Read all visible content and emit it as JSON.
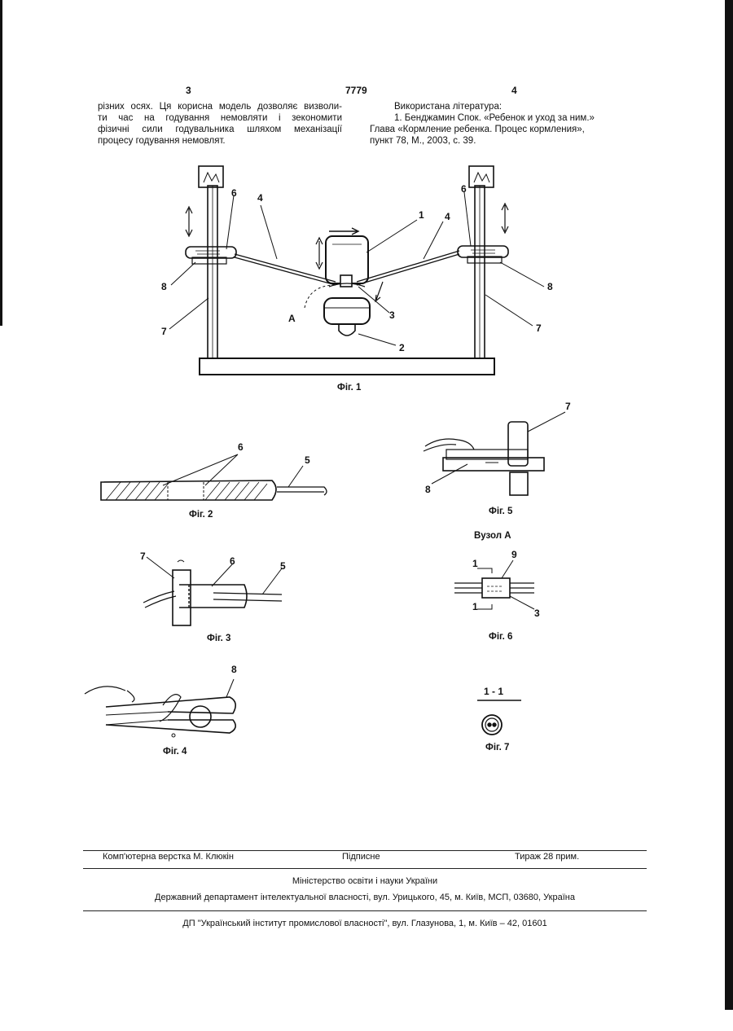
{
  "header": {
    "page_left": "3",
    "patent_number": "7779",
    "page_right": "4"
  },
  "left_column": {
    "lines": [
      "різних осях. Ця корисна модель дозволяє визволи-",
      "ти час на годування немовляти і зекономити",
      "фізичні сили годувальника шляхом механізації",
      "процесу годування немовлят."
    ]
  },
  "right_column": {
    "heading": "Використана література:",
    "lines": [
      "1. Бенджамин Спок. «Ребенок и уход за ним.»",
      "Глава «Кормление ребенка. Процес кормления»,",
      "пункт 78, М., 2003, с. 39."
    ]
  },
  "figures": {
    "fig1": {
      "caption": "Фіг. 1",
      "labels": {
        "n1": "1",
        "n2": "2",
        "n3": "3",
        "n4a": "4",
        "n4b": "4",
        "n6a": "6",
        "n6b": "6",
        "n7a": "7",
        "n7b": "7",
        "n8a": "8",
        "n8b": "8",
        "a": "А"
      }
    },
    "fig2": {
      "caption": "Фіг. 2",
      "labels": {
        "n5": "5",
        "n6": "6"
      }
    },
    "fig3": {
      "caption": "Фіг. 3",
      "labels": {
        "n5": "5",
        "n6": "6",
        "n7": "7"
      }
    },
    "fig4": {
      "caption": "Фіг. 4",
      "labels": {
        "n8": "8"
      }
    },
    "fig5": {
      "caption": "Фіг. 5",
      "labels": {
        "n7": "7",
        "n8": "8"
      }
    },
    "fig6": {
      "title": "Вузол А",
      "caption": "Фіг. 6",
      "labels": {
        "n9": "9",
        "n3": "3",
        "s1a": "1",
        "s1b": "1"
      }
    },
    "fig7": {
      "section": "1 - 1",
      "caption": "Фіг. 7"
    }
  },
  "footer": {
    "typesetting": "Комп'ютерна верстка М. Клюкін",
    "signed": "Підписне",
    "circulation": "Тираж 28 прим.",
    "ministry": "Міністерство освіти і науки України",
    "department": "Державний департамент інтелектуальної власності, вул. Урицького, 45, м. Київ, МСП, 03680, Україна",
    "institute": "ДП \"Український інститут промислової власності\", вул. Глазунова, 1, м. Київ – 42, 01601"
  }
}
